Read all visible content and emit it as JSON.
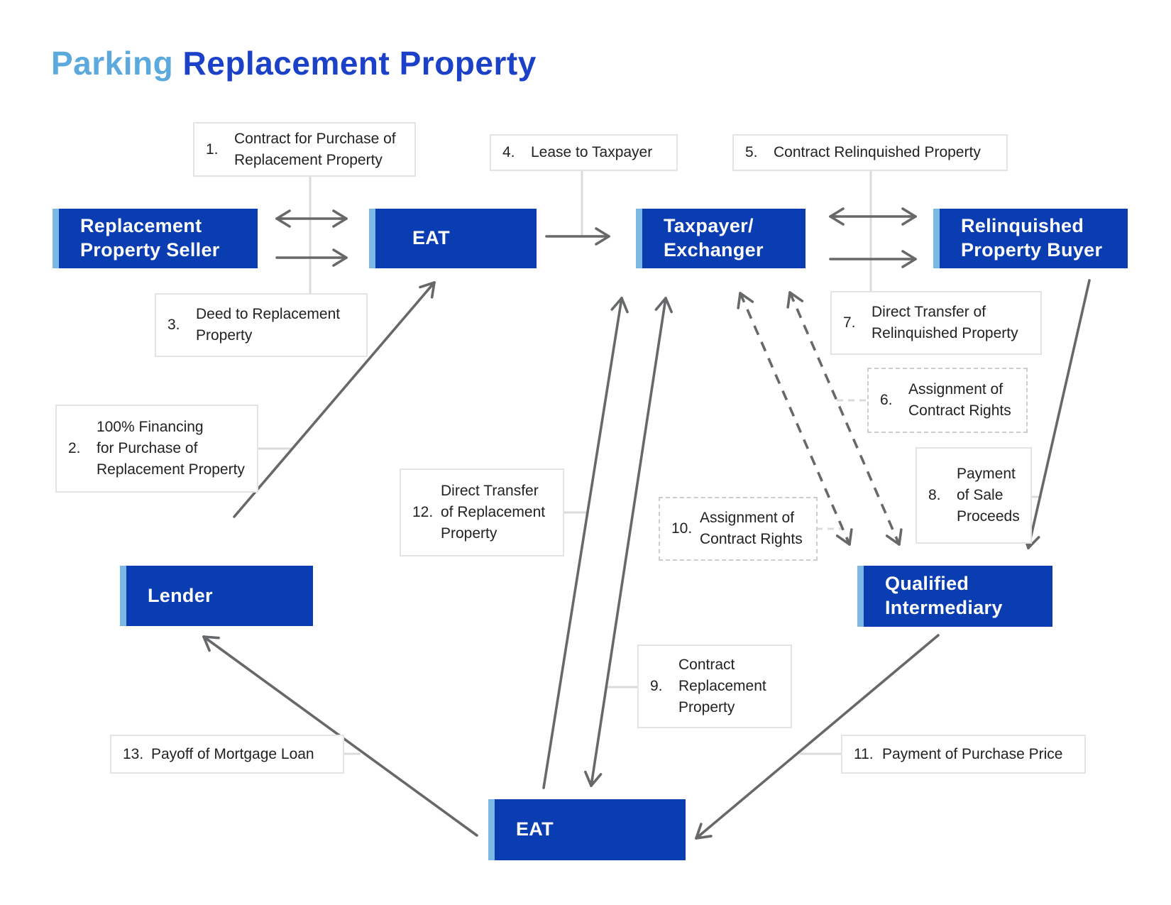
{
  "title": {
    "part1": "Parking",
    "part2": " Replacement Property"
  },
  "entities": {
    "replacement_property_seller": "Replacement\nProperty Seller",
    "eat_top": "EAT",
    "taxpayer_exchanger": "Taxpayer/\nExchanger",
    "relinquished_property_buyer": "Relinquished\nProperty Buyer",
    "lender": "Lender",
    "qualified_intermediary": "Qualified\nIntermediary",
    "eat_bottom": "EAT"
  },
  "labels": {
    "l1": {
      "num": "1.",
      "text": "Contract for Purchase of\nReplacement Property"
    },
    "l2": {
      "num": "2.",
      "text": "100% Financing\nfor Purchase of\nReplacement Property"
    },
    "l3": {
      "num": "3.",
      "text": "Deed to Replacement\nProperty"
    },
    "l4": {
      "num": "4.",
      "text": "Lease to Taxpayer"
    },
    "l5": {
      "num": "5.",
      "text": "Contract Relinquished Property"
    },
    "l6": {
      "num": "6.",
      "text": "Assignment of\nContract Rights"
    },
    "l7": {
      "num": "7.",
      "text": "Direct Transfer of\nRelinquished Property"
    },
    "l8": {
      "num": "8.",
      "text": "Payment\nof Sale\nProceeds"
    },
    "l9": {
      "num": "9.",
      "text": "Contract\nReplacement\nProperty"
    },
    "l10": {
      "num": "10.",
      "text": "Assignment of\nContract Rights"
    },
    "l11": {
      "num": "11.",
      "text": "Payment of Purchase Price"
    },
    "l12": {
      "num": "12.",
      "text": "Direct Transfer\nof Replacement\nProperty"
    },
    "l13": {
      "num": "13.",
      "text": "Payoff of Mortgage Loan"
    }
  },
  "theme": {
    "title_light": "#5CA9DE",
    "title_dark": "#1A41C8",
    "box_blue": "#0B3DB2",
    "stripe_blue": "#7CB8E4",
    "arrow_gray": "#66686A",
    "connector_gray": "#DBDBDB",
    "label_border": "#E4E4E4",
    "label_dashed_border": "#CDCDCD",
    "label_text": "#222222"
  }
}
